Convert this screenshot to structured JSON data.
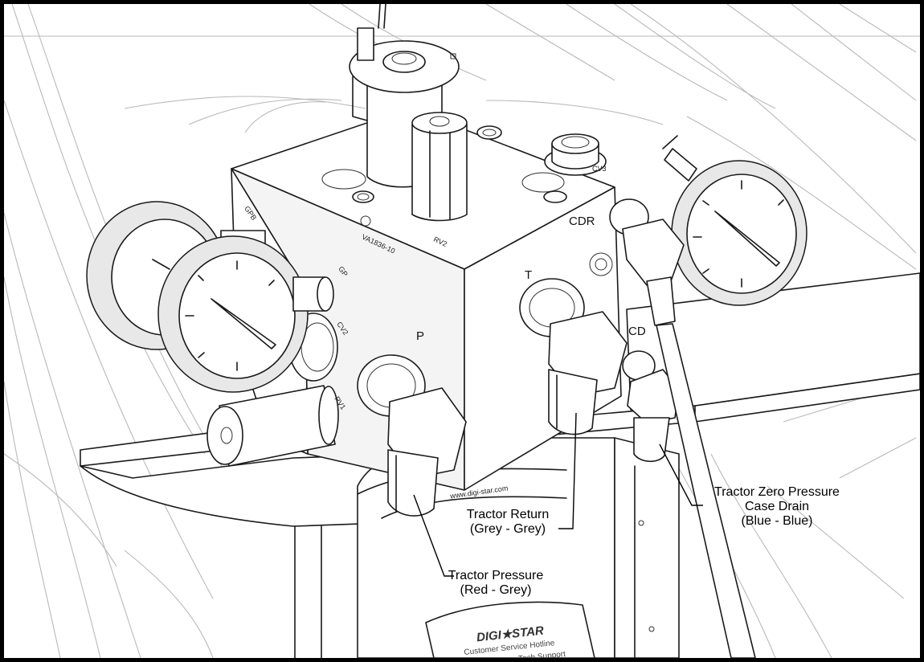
{
  "callouts": [
    {
      "id": "tractor-return",
      "lines": [
        "Tractor Return",
        "(Grey - Grey)"
      ]
    },
    {
      "id": "tractor-zero-pressure",
      "lines": [
        "Tractor Zero Pressure",
        "Case Drain",
        "(Blue - Blue)"
      ]
    },
    {
      "id": "tractor-pressure",
      "lines": [
        "Tractor Pressure",
        "(Red - Grey)"
      ]
    }
  ],
  "ports": {
    "p": "P",
    "t": "T",
    "cd": "CD",
    "cdr": "CDR",
    "gp": "GP",
    "gpb": "GPB",
    "cv2": "CV2",
    "cv3": "CV3",
    "rv1": "RV1",
    "rv2": "RV2"
  },
  "manifold_part_number": "VA1836-10",
  "scale_label": {
    "url": "www.digi-star.com",
    "brand": "DIGI★STAR",
    "line1": "Customer Service Hotline",
    "line2": "Tech Support"
  }
}
